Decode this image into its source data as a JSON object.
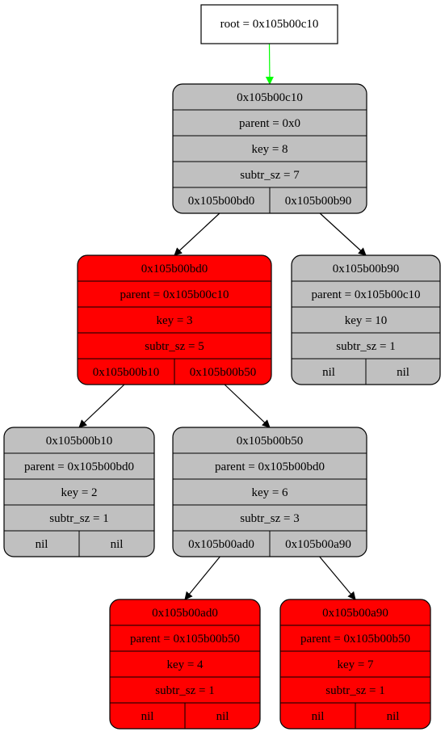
{
  "root_box": {
    "label": "root = 0x105b00c10",
    "arrow_color": "#00ff00"
  },
  "colors": {
    "black_node": "#c0c0c0",
    "red_node": "#ff0000",
    "border": "#000000"
  },
  "nodes": [
    {
      "id": "0x105b00c10",
      "color": "black",
      "header": "0x105b00c10",
      "parent": "parent = 0x0",
      "key": "key = 8",
      "subtr_sz": "subtr_sz = 7",
      "left": "0x105b00bd0",
      "right": "0x105b00b90"
    },
    {
      "id": "0x105b00bd0",
      "color": "red",
      "header": "0x105b00bd0",
      "parent": "parent = 0x105b00c10",
      "key": "key = 3",
      "subtr_sz": "subtr_sz = 5",
      "left": "0x105b00b10",
      "right": "0x105b00b50"
    },
    {
      "id": "0x105b00b90",
      "color": "black",
      "header": "0x105b00b90",
      "parent": "parent = 0x105b00c10",
      "key": "key = 10",
      "subtr_sz": "subtr_sz = 1",
      "left": "nil",
      "right": "nil"
    },
    {
      "id": "0x105b00b10",
      "color": "black",
      "header": "0x105b00b10",
      "parent": "parent = 0x105b00bd0",
      "key": "key = 2",
      "subtr_sz": "subtr_sz = 1",
      "left": "nil",
      "right": "nil"
    },
    {
      "id": "0x105b00b50",
      "color": "black",
      "header": "0x105b00b50",
      "parent": "parent = 0x105b00bd0",
      "key": "key = 6",
      "subtr_sz": "subtr_sz = 3",
      "left": "0x105b00ad0",
      "right": "0x105b00a90"
    },
    {
      "id": "0x105b00ad0",
      "color": "red",
      "header": "0x105b00ad0",
      "parent": "parent = 0x105b00b50",
      "key": "key = 4",
      "subtr_sz": "subtr_sz = 1",
      "left": "nil",
      "right": "nil"
    },
    {
      "id": "0x105b00a90",
      "color": "red",
      "header": "0x105b00a90",
      "parent": "parent = 0x105b00b50",
      "key": "key = 7",
      "subtr_sz": "subtr_sz = 1",
      "left": "nil",
      "right": "nil"
    }
  ],
  "edges": [
    {
      "from": "root",
      "to": "0x105b00c10"
    },
    {
      "from": "0x105b00c10",
      "to": "0x105b00bd0"
    },
    {
      "from": "0x105b00c10",
      "to": "0x105b00b90"
    },
    {
      "from": "0x105b00bd0",
      "to": "0x105b00b10"
    },
    {
      "from": "0x105b00bd0",
      "to": "0x105b00b50"
    },
    {
      "from": "0x105b00b50",
      "to": "0x105b00ad0"
    },
    {
      "from": "0x105b00b50",
      "to": "0x105b00a90"
    }
  ]
}
